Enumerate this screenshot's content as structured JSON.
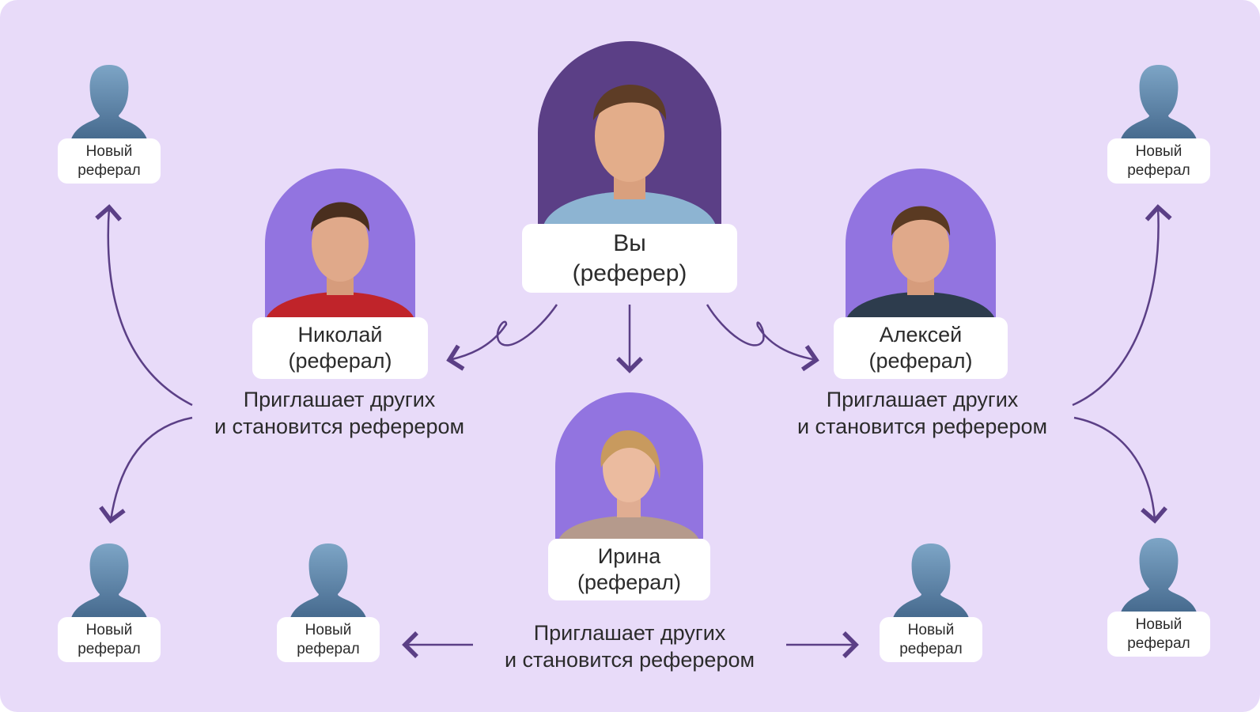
{
  "you": {
    "name": "Вы",
    "role": "(реферер)"
  },
  "referrals": [
    {
      "name": "Николай",
      "role": "(реферал)"
    },
    {
      "name": "Алексей",
      "role": "(реферал)"
    },
    {
      "name": "Ирина",
      "role": "(реферал)"
    }
  ],
  "caption": {
    "line1": "Приглашает других",
    "line2": "и становится реферером"
  },
  "new_referral": {
    "line1": "Новый",
    "line2": "реферал"
  },
  "colors": {
    "background": "#e8dbf9",
    "you_arch": "#5b3f86",
    "referral_arch": "#9274e0",
    "arrow": "#5b3f86",
    "silhouette": "#4e7396"
  }
}
